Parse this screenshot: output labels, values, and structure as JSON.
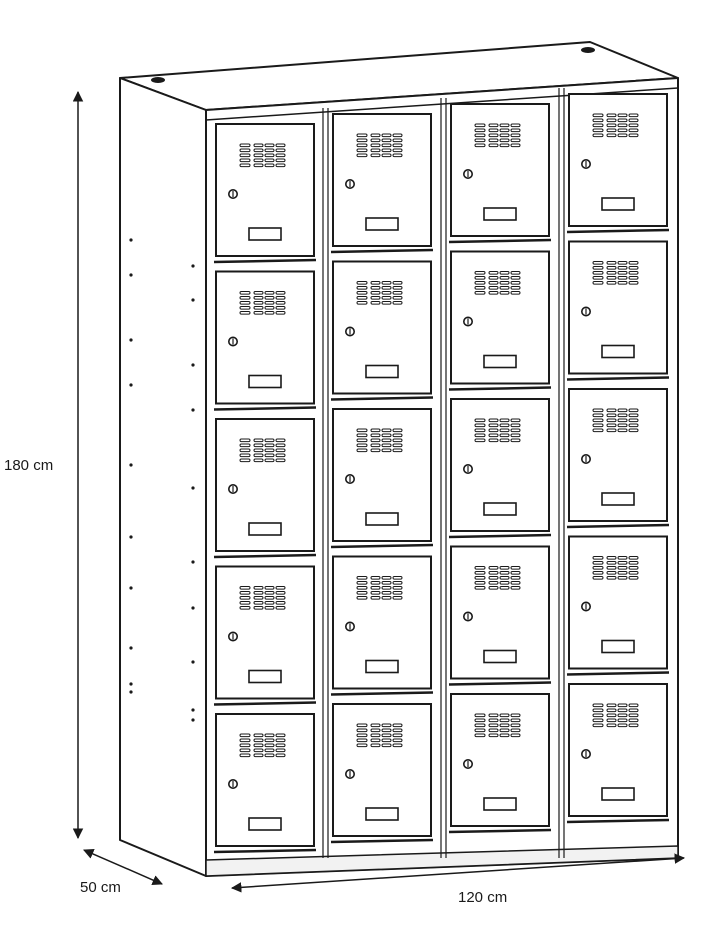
{
  "dimensions": {
    "height_label": "180 cm",
    "depth_label": "50 cm",
    "width_label": "120 cm"
  },
  "locker": {
    "columns": 4,
    "rows": 5,
    "colors": {
      "line": "#1a1a1a",
      "fill": "#ffffff"
    }
  }
}
